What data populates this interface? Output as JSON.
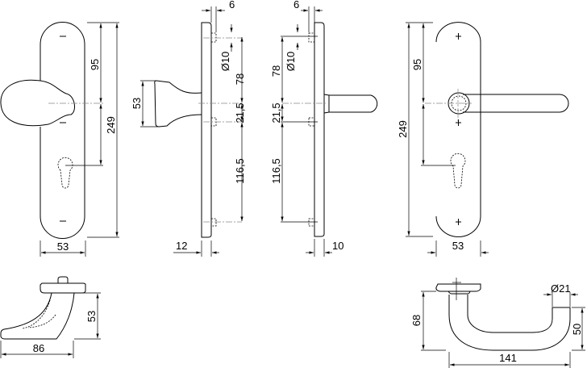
{
  "front_knob_view": {
    "dim_95": "95",
    "dim_249": "249",
    "dim_53": "53"
  },
  "side_knob_view": {
    "dim_6": "6",
    "dim_d10": "Ø10",
    "dim_78": "78",
    "dim_21_5": "21,5",
    "dim_116_5": "116,5",
    "dim_53": "53",
    "dim_12": "12"
  },
  "side_lever_view": {
    "dim_6": "6",
    "dim_d10": "Ø10",
    "dim_78": "78",
    "dim_21_5": "21,5",
    "dim_116_5": "116,5",
    "dim_10": "10"
  },
  "front_lever_view": {
    "dim_95": "95",
    "dim_249": "249",
    "dim_53": "53"
  },
  "knob_top_view": {
    "dim_53": "53",
    "dim_86": "86"
  },
  "lever_top_view": {
    "dim_d21": "Ø21",
    "dim_68": "68",
    "dim_50": "50",
    "dim_141": "141"
  }
}
